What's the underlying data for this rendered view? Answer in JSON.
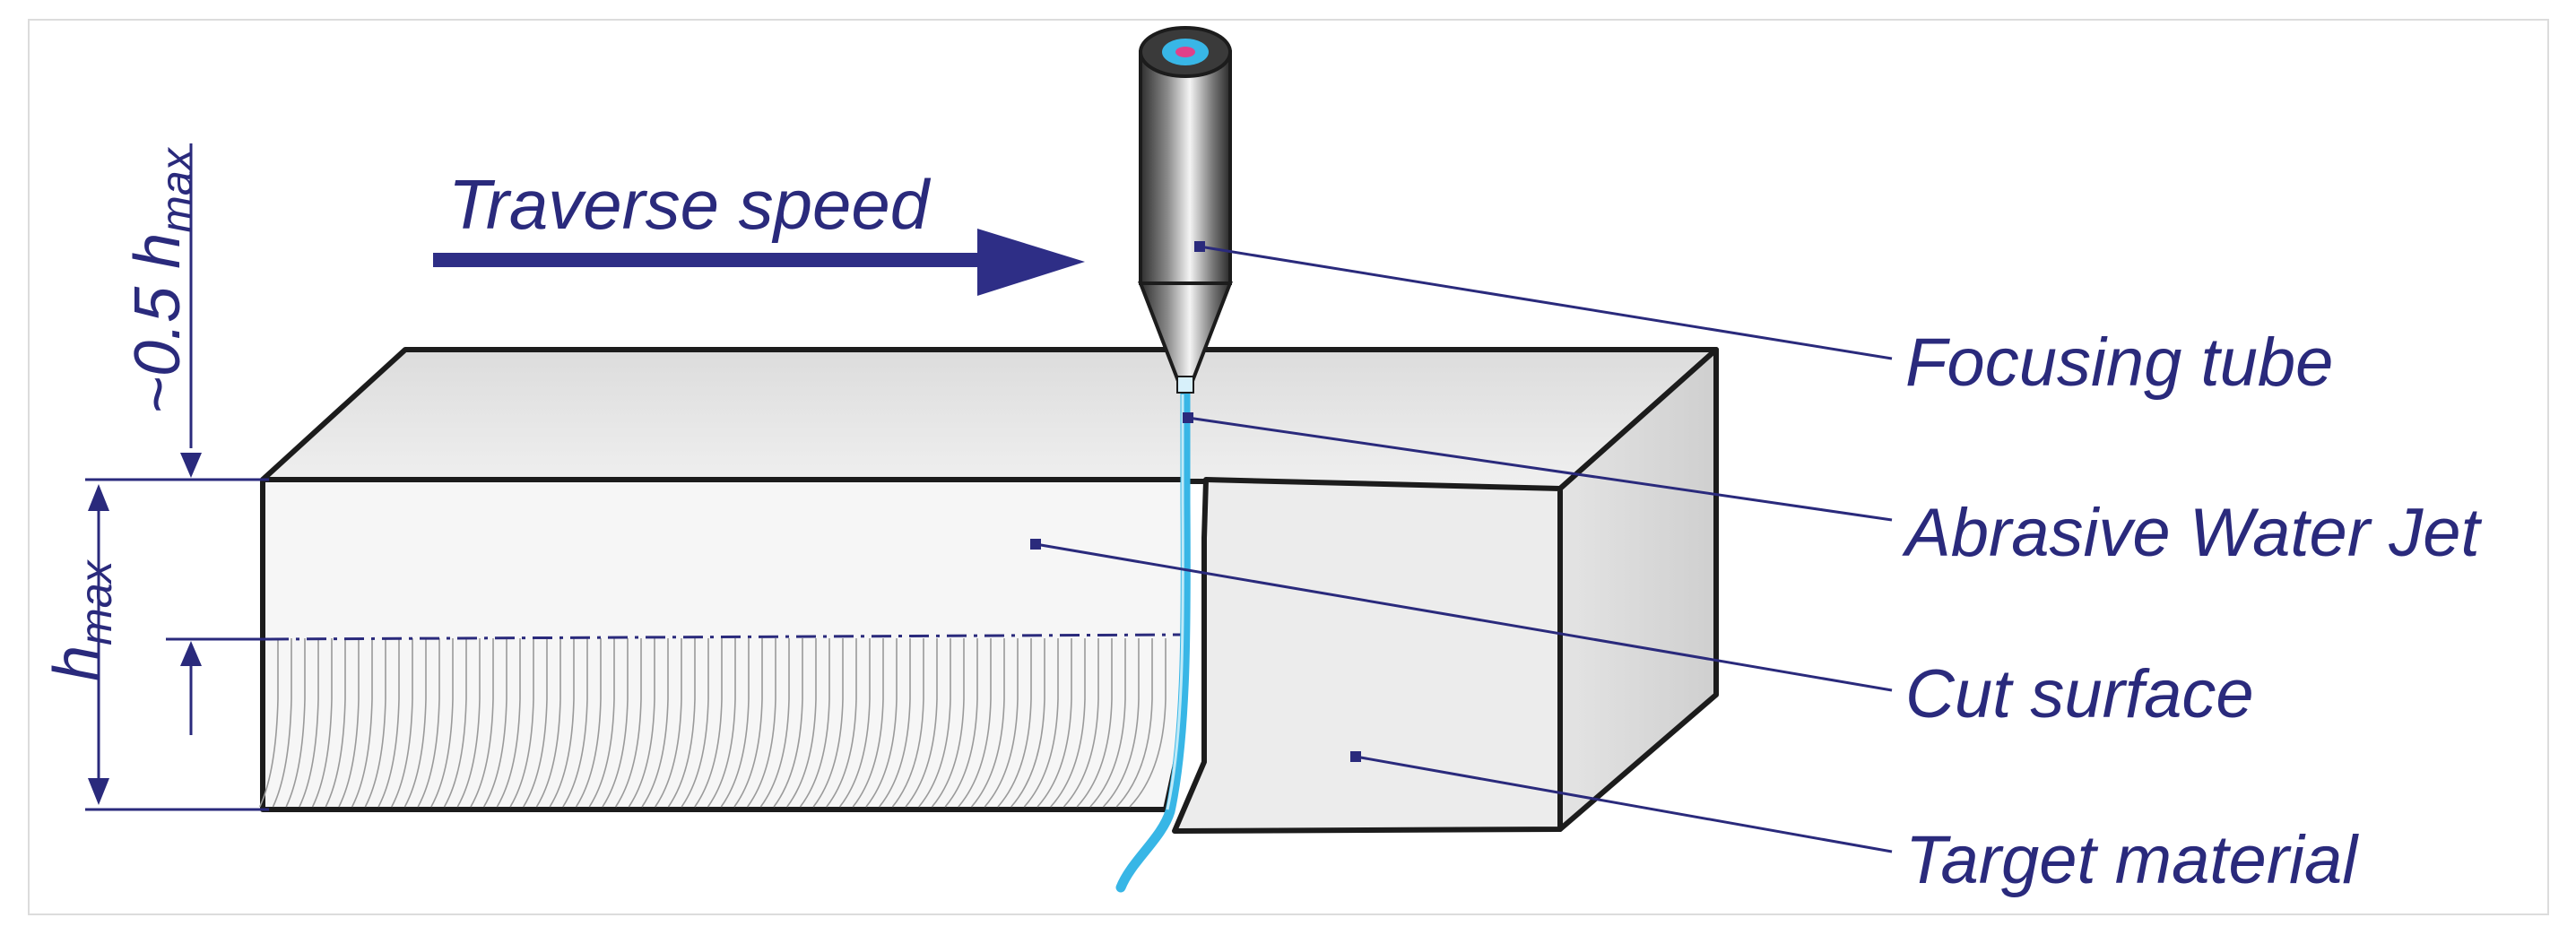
{
  "title": "",
  "traverse_label": "Traverse speed",
  "dimension_labels": {
    "h_max": {
      "main": "h",
      "sub": "max"
    },
    "half_h_max": {
      "main": "~0.5 h",
      "sub": "max"
    }
  },
  "callouts": [
    {
      "id": "focusing-tube",
      "label": "Focusing tube"
    },
    {
      "id": "abrasive-water-jet",
      "label": "Abrasive Water Jet"
    },
    {
      "id": "cut-surface",
      "label": "Cut surface"
    },
    {
      "id": "target-material",
      "label": "Target material"
    }
  ],
  "colors": {
    "label_text": "#2a2a7c",
    "arrow": "#2e2e86",
    "jet": "#38b6e6",
    "block_face": "#ececec",
    "block_edge": "#1c1c1c",
    "striation": "#9a9a9a",
    "nozzle_tip": "#e0408a"
  }
}
